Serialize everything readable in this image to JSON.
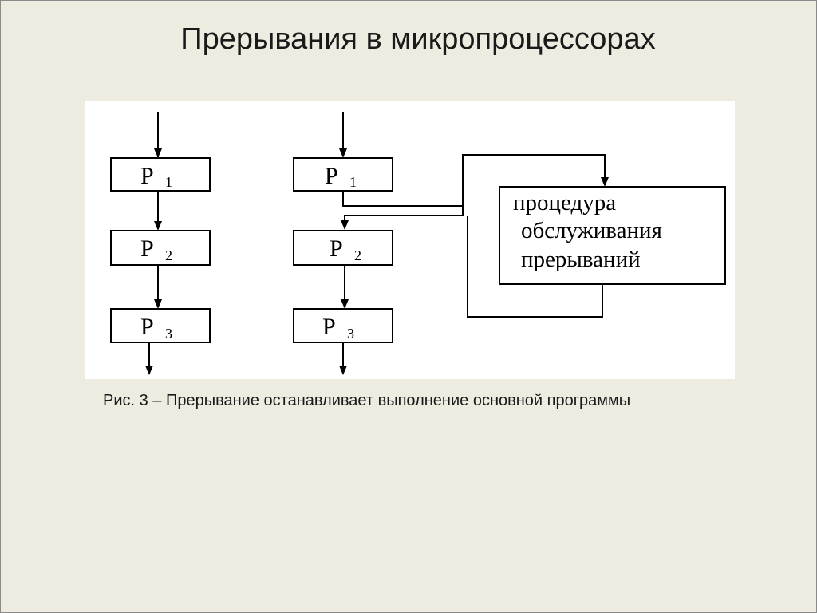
{
  "slide": {
    "title": "Прерывания в микропроцессорах"
  },
  "diagram": {
    "left_column": {
      "blocks": [
        {
          "letter": "P",
          "index": "1"
        },
        {
          "letter": "P",
          "index": "2"
        },
        {
          "letter": "P",
          "index": "3"
        }
      ]
    },
    "right_column": {
      "blocks": [
        {
          "letter": "P",
          "index": "1"
        },
        {
          "letter": "P",
          "index": "2"
        },
        {
          "letter": "P",
          "index": "3"
        }
      ]
    },
    "handler": {
      "lines": [
        "процедура",
        "обслуживания",
        "прерываний"
      ]
    }
  },
  "caption": "Рис. 3 – Прерывание останавливает выполнение основной программы"
}
